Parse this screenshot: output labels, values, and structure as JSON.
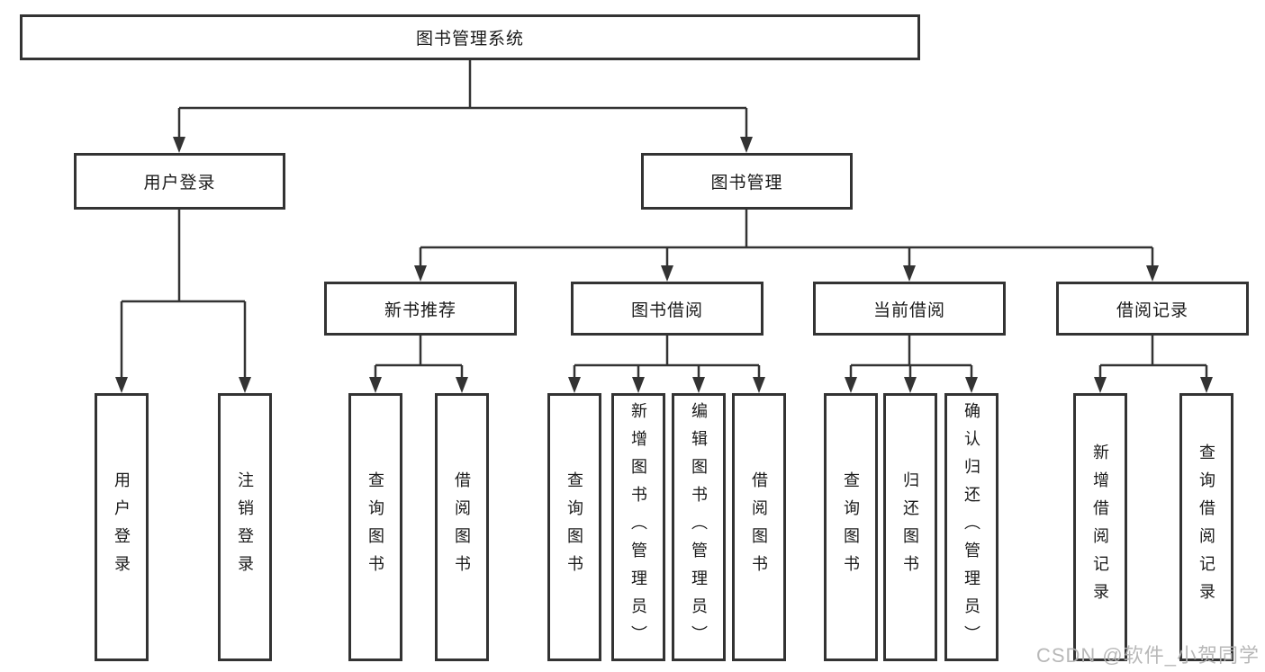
{
  "colors": {
    "border": "#333333",
    "text": "#1a1a1a",
    "watermark": "#b2b2b2",
    "background": "#ffffff"
  },
  "tree": {
    "label": "图书管理系统",
    "children": [
      {
        "label": "用户登录",
        "children": [
          {
            "label": "用户登录"
          },
          {
            "label": "注销登录"
          }
        ]
      },
      {
        "label": "图书管理",
        "children": [
          {
            "label": "新书推荐",
            "children": [
              {
                "label": "查询图书"
              },
              {
                "label": "借阅图书"
              }
            ]
          },
          {
            "label": "图书借阅",
            "children": [
              {
                "label": "查询图书"
              },
              {
                "label": "新增图书（管理员）"
              },
              {
                "label": "编辑图书（管理员）"
              },
              {
                "label": "借阅图书"
              }
            ]
          },
          {
            "label": "当前借阅",
            "children": [
              {
                "label": "查询图书"
              },
              {
                "label": "归还图书"
              },
              {
                "label": "确认归还（管理员）"
              }
            ]
          },
          {
            "label": "借阅记录",
            "children": [
              {
                "label": "新增借阅记录"
              },
              {
                "label": "查询借阅记录"
              }
            ]
          }
        ]
      }
    ]
  },
  "watermark": {
    "text": "CSDN @软件_小贺同学"
  }
}
